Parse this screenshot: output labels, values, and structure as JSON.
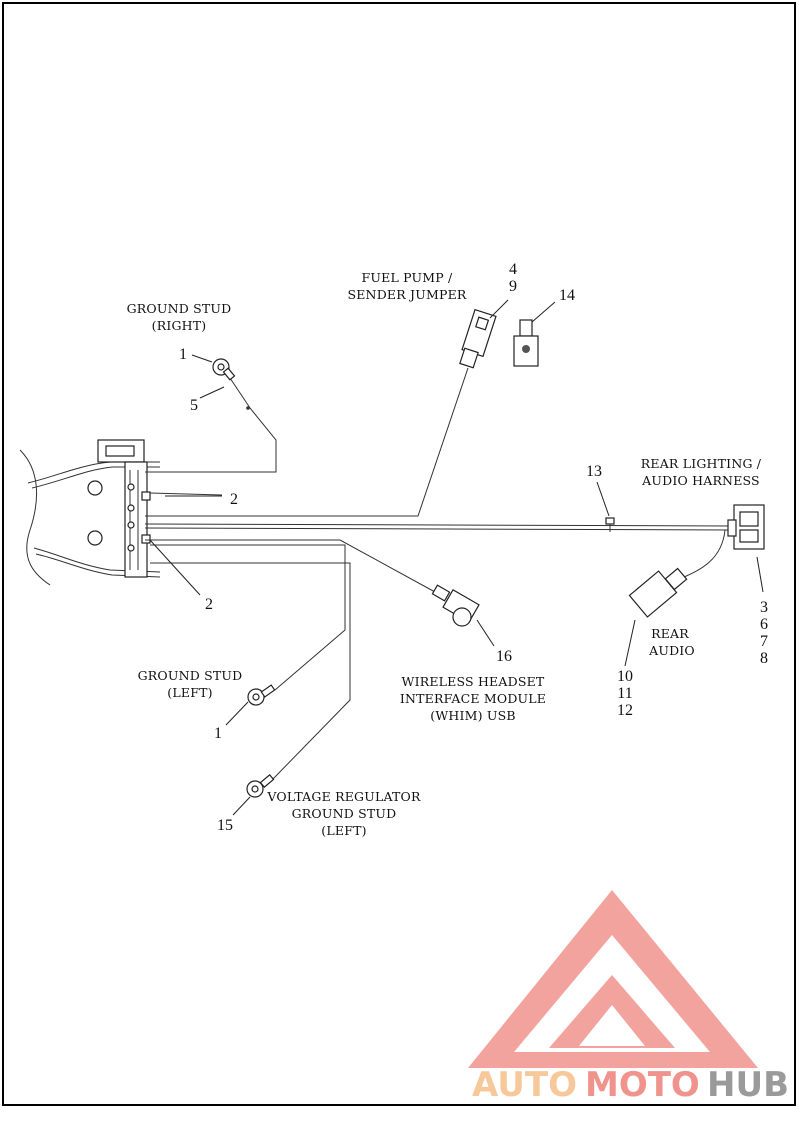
{
  "labels": {
    "ground_stud_right": [
      "GROUND STUD",
      "(RIGHT)"
    ],
    "fuel_pump": [
      "FUEL PUMP /",
      "SENDER JUMPER"
    ],
    "rear_lighting": [
      "REAR LIGHTING /",
      "AUDIO HARNESS"
    ],
    "rear_audio": [
      "REAR",
      "AUDIO"
    ],
    "ground_stud_left": [
      "GROUND STUD",
      "(LEFT)"
    ],
    "whim": [
      "WIRELESS HEADSET",
      "INTERFACE MODULE",
      "(WHIM) USB"
    ],
    "voltage_regulator": [
      "VOLTAGE REGULATOR",
      "GROUND STUD",
      "(LEFT)"
    ]
  },
  "callouts": {
    "gs_right_1": "1",
    "gs_right_5": "5",
    "fuel_4": "4",
    "fuel_9": "9",
    "part_14": "14",
    "part_13": "13",
    "clip_2_top": "2",
    "clip_2_bottom": "2",
    "rear_3": "3",
    "rear_6": "6",
    "rear_7": "7",
    "rear_8": "8",
    "audio_10": "10",
    "audio_11": "11",
    "audio_12": "12",
    "whim_16": "16",
    "gs_left_1": "1",
    "vr_15": "15"
  },
  "watermark": {
    "part1": "AUTO",
    "part2": "MOTO",
    "part3": "HUB",
    "color_light": "#f6c89a",
    "color_red": "#f0938c",
    "color_gray": "#9a9a9a"
  }
}
